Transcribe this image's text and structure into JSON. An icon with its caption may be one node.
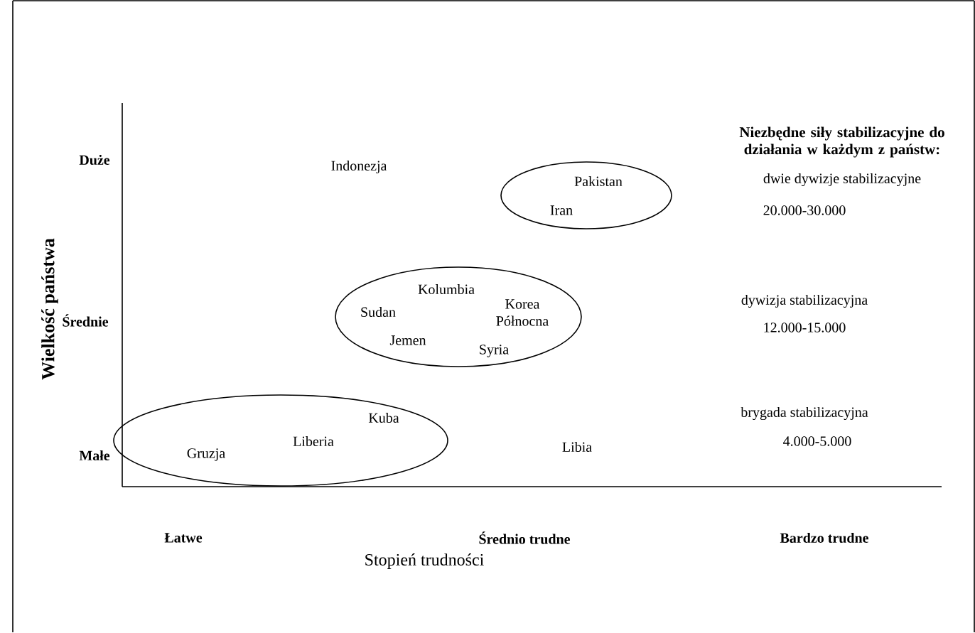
{
  "diagram": {
    "nodes": [
      {
        "text": [
          "Pakistan",
          "Iran"
        ]
      },
      {
        "text": [
          "Kolumbia",
          "Sudan",
          "Korea Północna",
          "Jemen",
          "Syria"
        ]
      },
      {
        "text": [
          "Gruzja",
          "Liberia",
          "Kuba"
        ]
      }
    ],
    "labels": [
      "Niezbędne siły stabilizacyjne do działania w każdym z państw:",
      "Duże",
      "Indonezja",
      "dwie dywizje stabilizacyjne",
      "20.000-30.000",
      "Wielkość państwa",
      "dywizja stabilizacyjna",
      "Średnie",
      "12.000-15.000",
      "brygada stabilizacyjna",
      "Małe",
      "Libia",
      "4.000-5.000",
      "Łatwe",
      "Średnio trudne",
      "Bardzo trudne",
      "Stopień trudności"
    ]
  }
}
